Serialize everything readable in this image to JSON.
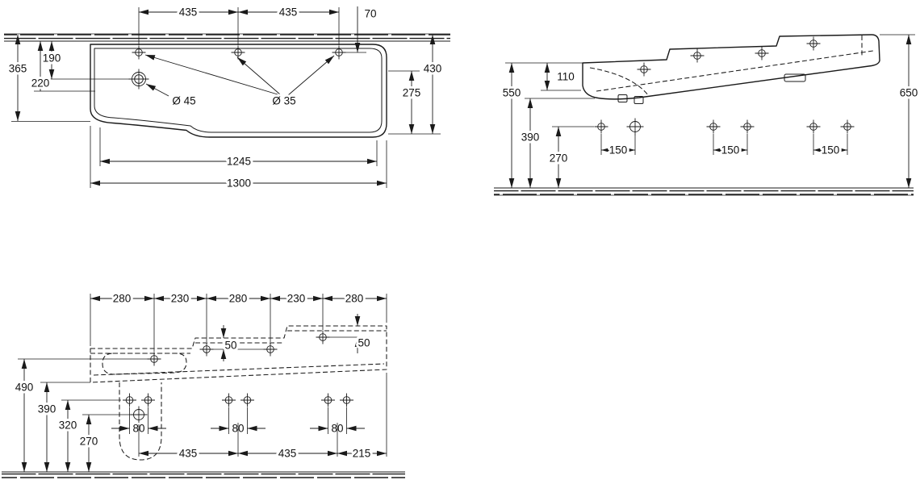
{
  "plan": {
    "d435a": "435",
    "d435b": "435",
    "d70": "70",
    "d365": "365",
    "d190": "190",
    "d220": "220",
    "d430": "430",
    "d275": "275",
    "drain_dia": "Ø 45",
    "tap_dia": "Ø 35",
    "d1245": "1245",
    "d1300": "1300"
  },
  "side": {
    "d110": "110",
    "d550": "550",
    "d650": "650",
    "d390": "390",
    "d270": "270",
    "d150a": "150",
    "d150b": "150",
    "d150c": "150"
  },
  "front": {
    "d280a": "280",
    "d230a": "230",
    "d280b": "280",
    "d230b": "230",
    "d280c": "280",
    "d50a": "50",
    "d50b": "50",
    "d490": "490",
    "d390": "390",
    "d320": "320",
    "d270": "270",
    "d80a": "80",
    "d80b": "80",
    "d80c": "80",
    "d435a": "435",
    "d435b": "435",
    "d215": "215"
  }
}
